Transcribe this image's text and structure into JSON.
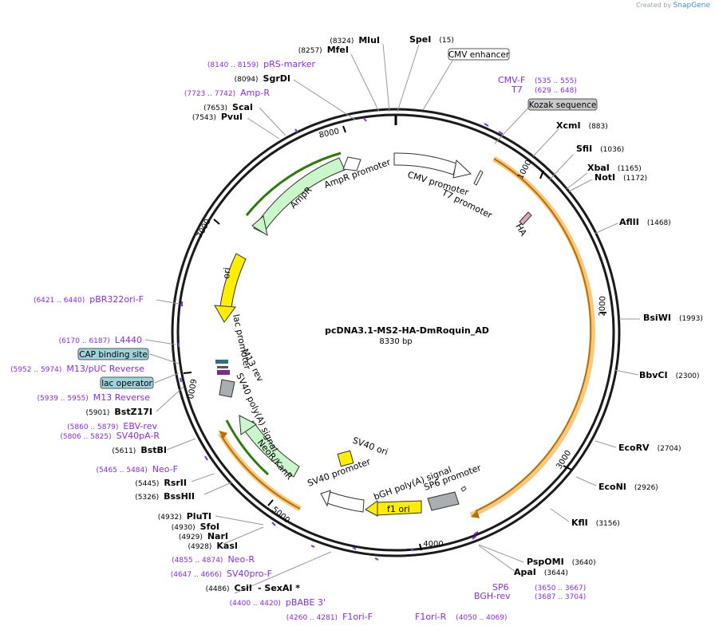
{
  "credit": {
    "prefix": "Created by",
    "brand": "SnapGene"
  },
  "plasmid": {
    "name": "pcDNA3.1-MS2-HA-DmRoquin_AD",
    "size_label": "8330 bp",
    "length": 8330
  },
  "colors": {
    "backbone": "#1a1a1a",
    "primer": "#8a2be2",
    "feature_label": "#111111",
    "amp": "#c9f7c9",
    "ori": "#ffee00",
    "orf_orange": "#f4a73a",
    "promoter": "#ffffff",
    "terminator": "#a9aeb3",
    "misc_box": "#9dd3dc",
    "kozak": "#c8c8c8",
    "ha": "#e6a3b5"
  },
  "ticks": [
    "1000",
    "2000",
    "3000",
    "4000",
    "5000",
    "6000",
    "7000",
    "8000"
  ],
  "features": [
    {
      "label": "CMV promoter",
      "type": "promoter"
    },
    {
      "label": "T7 promoter",
      "type": "promoter"
    },
    {
      "label": "HA",
      "type": "tag"
    },
    {
      "label": "AmpR promoter",
      "type": "promoter"
    },
    {
      "label": "AmpR",
      "type": "cds"
    },
    {
      "label": "ori",
      "type": "ori"
    },
    {
      "label": "lac promoter",
      "type": "promoter"
    },
    {
      "label": "M13 rev",
      "type": "primer_bind"
    },
    {
      "label": "SV40 poly(A) signal",
      "type": "terminator"
    },
    {
      "label": "NeoR/KanR",
      "type": "cds"
    },
    {
      "label": "SV40 ori",
      "type": "ori"
    },
    {
      "label": "SV40 promoter",
      "type": "promoter"
    },
    {
      "label": "SP6 promoter",
      "type": "promoter"
    },
    {
      "label": "bGH poly(A) signal",
      "type": "terminator"
    },
    {
      "label": "f1 ori",
      "type": "ori"
    }
  ],
  "right_labels": [
    {
      "name": "SpeI",
      "pos": "(15)"
    },
    {
      "name": "XcmI",
      "pos": "(883)"
    },
    {
      "name": "SfiI",
      "pos": "(1036)"
    },
    {
      "name": "XbaI",
      "pos": "(1165)"
    },
    {
      "name": "NotI",
      "pos": "(1172)"
    },
    {
      "name": "AflII",
      "pos": "(1468)"
    },
    {
      "name": "BsiWI",
      "pos": "(1993)"
    },
    {
      "name": "BbvCI",
      "pos": "(2300)"
    },
    {
      "name": "EcoRV",
      "pos": "(2704)"
    },
    {
      "name": "EcoNI",
      "pos": "(2926)"
    },
    {
      "name": "KflI",
      "pos": "(3156)"
    },
    {
      "name": "PspOMI",
      "pos": "(3640)"
    },
    {
      "name": "ApaI",
      "pos": "(3644)"
    }
  ],
  "right_primers": [
    {
      "name": "CMV-F",
      "pos": "(535 .. 555)"
    },
    {
      "name": "T7",
      "pos": "(629 .. 648)"
    },
    {
      "name": "SP6",
      "pos": "(3650 .. 3667)"
    },
    {
      "name": "BGH-rev",
      "pos": "(3687 .. 3704)"
    }
  ],
  "boxed_labels": [
    {
      "name": "CMV enhancer"
    },
    {
      "name": "Kozak sequence"
    },
    {
      "name": "CAP binding site"
    },
    {
      "name": "lac operator"
    }
  ],
  "left_labels": [
    {
      "pos": "(8324)",
      "name": "MluI"
    },
    {
      "pos": "(8257)",
      "name": "MfeI"
    },
    {
      "pos": "(8094)",
      "name": "SgrDI"
    },
    {
      "pos": "(7653)",
      "name": "ScaI"
    },
    {
      "pos": "(7543)",
      "name": "PvuI"
    },
    {
      "pos": "(5901)",
      "name": "BstZ17I"
    },
    {
      "pos": "(5611)",
      "name": "BstBI"
    },
    {
      "pos": "(5445)",
      "name": "RsrII"
    },
    {
      "pos": "(5326)",
      "name": "BssHII"
    },
    {
      "pos": "(4932)",
      "name": "PluTI"
    },
    {
      "pos": "(4930)",
      "name": "SfoI"
    },
    {
      "pos": "(4929)",
      "name": "NarI"
    },
    {
      "pos": "(4928)",
      "name": "KasI"
    },
    {
      "pos": "(4486)",
      "name": "CsiI"
    }
  ],
  "left_primers": [
    {
      "pos": "(8140 .. 8159)",
      "name": "pRS-marker"
    },
    {
      "pos": "(7723 .. 7742)",
      "name": "Amp-R"
    },
    {
      "pos": "(6421 .. 6440)",
      "name": "pBR322ori-F"
    },
    {
      "pos": "(6170 .. 6187)",
      "name": "L4440"
    },
    {
      "pos": "(5952 .. 5974)",
      "name": "M13/pUC Reverse"
    },
    {
      "pos": "(5939 .. 5955)",
      "name": "M13 Reverse"
    },
    {
      "pos": "(5860 .. 5879)",
      "name": "EBV-rev"
    },
    {
      "pos": "(5806 .. 5825)",
      "name": "SV40pA-R"
    },
    {
      "pos": "(5465 .. 5484)",
      "name": "Neo-F"
    },
    {
      "pos": "(4855 .. 4874)",
      "name": "Neo-R"
    },
    {
      "pos": "(4647 .. 4666)",
      "name": "SV40pro-F"
    },
    {
      "pos": "(4400 .. 4420)",
      "name": "pBABE 3'"
    }
  ],
  "bottom_extra": {
    "sexai": "- SexAI *"
  },
  "bottom_primers": [
    {
      "pos": "(4260 .. 4281)",
      "name": "F1ori-F"
    },
    {
      "name": "F1ori-R",
      "pos": "(4050 .. 4069)"
    }
  ]
}
